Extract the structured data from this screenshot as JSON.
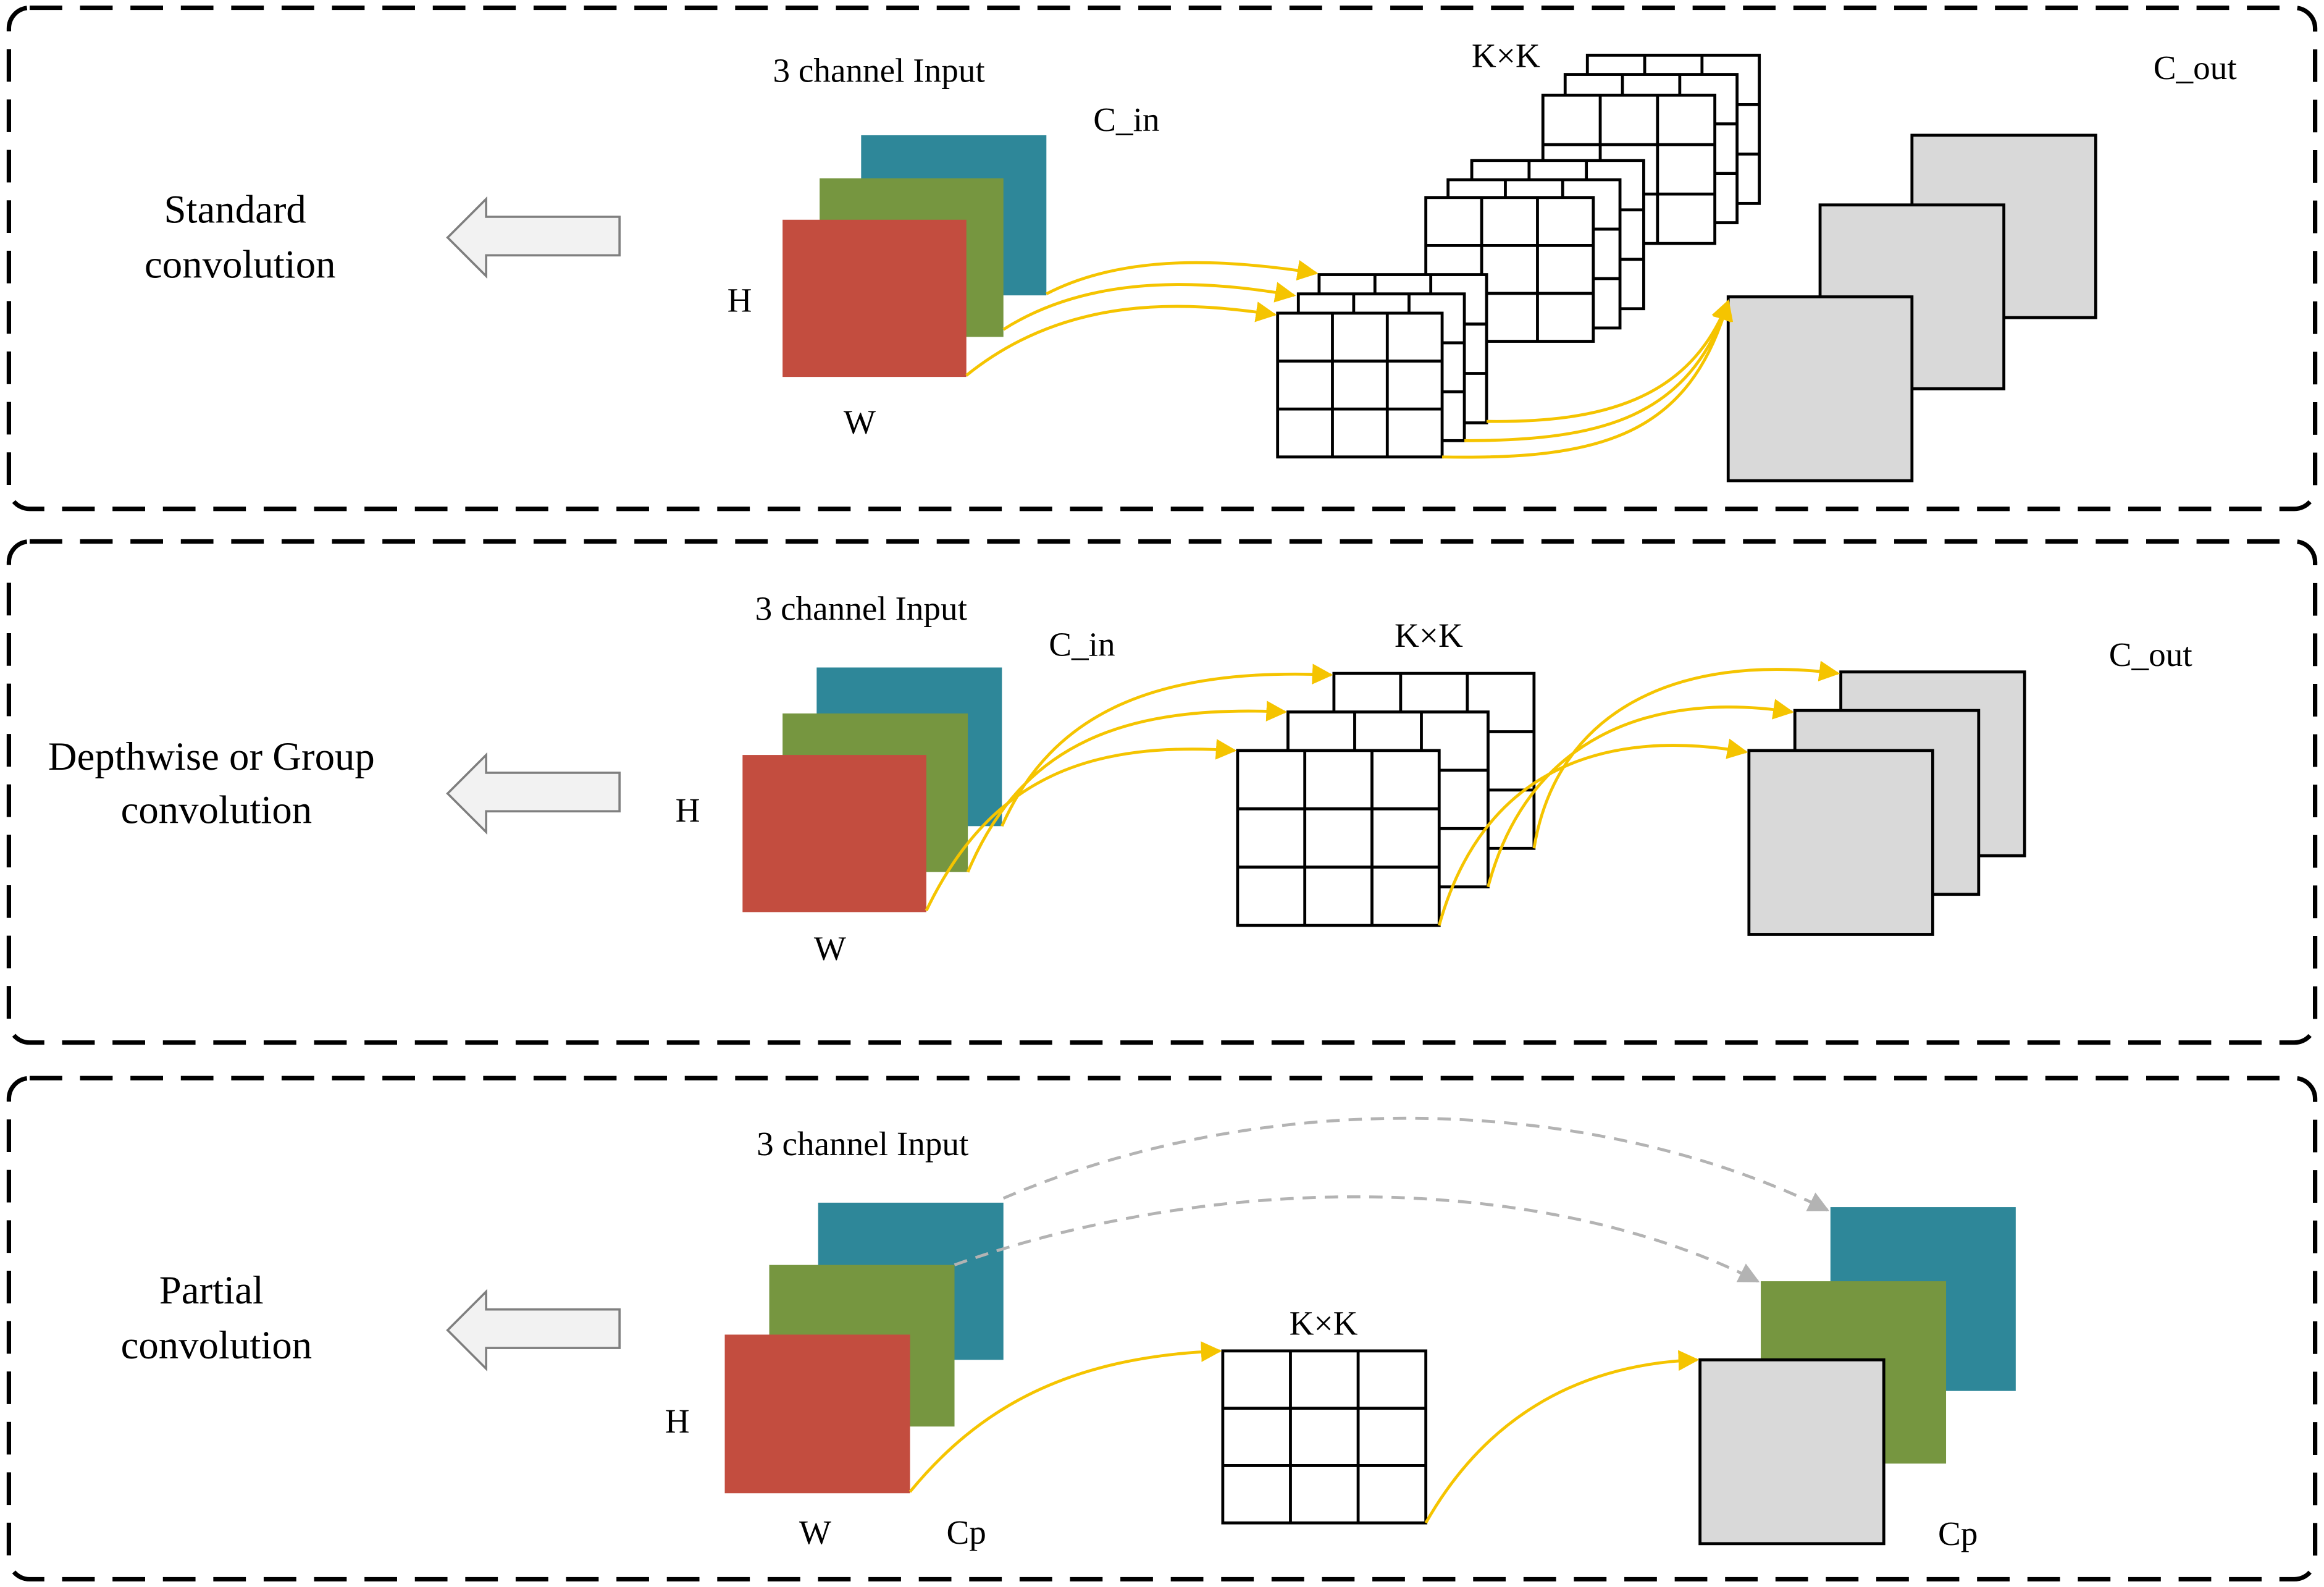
{
  "colors": {
    "teal": "#2e8799",
    "green": "#769640",
    "red": "#c34d3f",
    "gray_fill": "#d9d9d9",
    "yellow_arrow": "#f5c400",
    "gray_arrow": "#b3b3b3",
    "outline": "#000000",
    "side_arrow_fill": "#f2f2f2",
    "side_arrow_stroke": "#7f7f7f"
  },
  "panels": [
    {
      "name": "standard",
      "title_lines": [
        "Standard",
        "convolution"
      ],
      "input_label": "3 channel Input",
      "cin_label": "C_in",
      "h_label": "H",
      "w_label": "W",
      "kernel_label": "K×K",
      "cout_label": "C_out",
      "side_arrow_icon": "left-arrow-icon"
    },
    {
      "name": "depthwise",
      "title_lines": [
        "Depthwise or Group",
        "convolution"
      ],
      "input_label": "3 channel Input",
      "cin_label": "C_in",
      "h_label": "H",
      "w_label": "W",
      "kernel_label": "K×K",
      "cout_label": "C_out",
      "side_arrow_icon": "left-arrow-icon"
    },
    {
      "name": "partial",
      "title_lines": [
        "Partial",
        "convolution"
      ],
      "input_label": "3 channel Input",
      "h_label": "H",
      "w_label": "W",
      "cp_input_label": "Cp",
      "kernel_label": "K×K",
      "cp_output_label": "Cp",
      "side_arrow_icon": "left-arrow-icon"
    }
  ]
}
